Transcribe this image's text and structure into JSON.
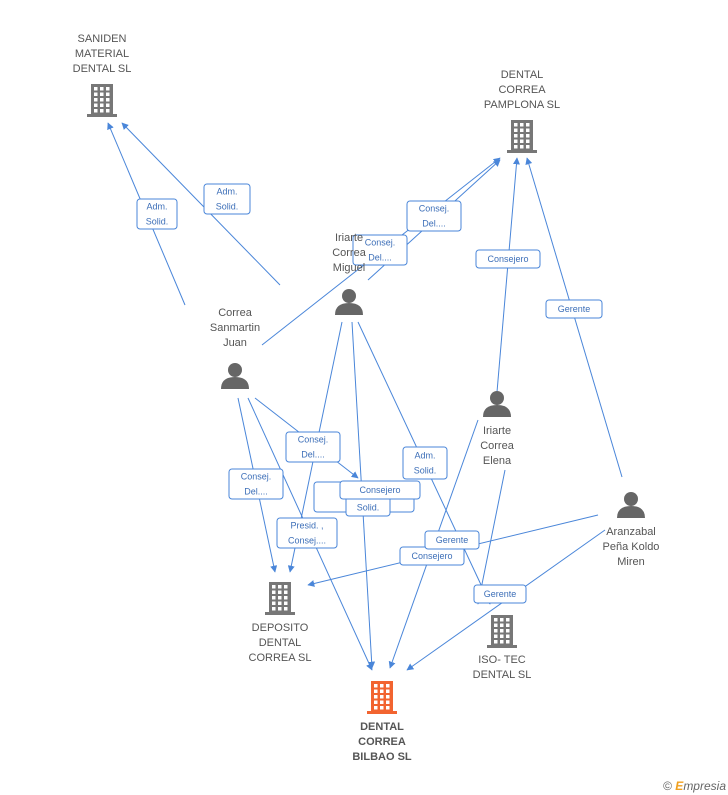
{
  "colors": {
    "edge": "#4a86d9",
    "company": "#777777",
    "main_company": "#f26430",
    "person": "#666666"
  },
  "nodes": [
    {
      "id": "saniden",
      "kind": "company",
      "lines": [
        "SANIDEN",
        "MATERIAL",
        "DENTAL SL"
      ]
    },
    {
      "id": "pamplona",
      "kind": "company",
      "lines": [
        "DENTAL",
        "CORREA",
        "PAMPLONA SL"
      ]
    },
    {
      "id": "iriarte_miguel",
      "kind": "person",
      "lines": [
        "Iriarte",
        "Correa",
        "Miguel"
      ]
    },
    {
      "id": "correa_juan",
      "kind": "person",
      "lines": [
        "Correa",
        "Sanmartin",
        "Juan"
      ]
    },
    {
      "id": "iriarte_elena",
      "kind": "person",
      "lines": [
        "Iriarte",
        "Correa",
        "Elena"
      ]
    },
    {
      "id": "aranzabal",
      "kind": "person",
      "lines": [
        "Aranzabal",
        "Peña Koldo",
        "Miren"
      ]
    },
    {
      "id": "deposito",
      "kind": "company",
      "lines": [
        "DEPOSITO",
        "DENTAL",
        "CORREA SL"
      ]
    },
    {
      "id": "isotec",
      "kind": "company",
      "lines": [
        "ISO- TEC",
        "DENTAL SL"
      ]
    },
    {
      "id": "bilbao",
      "kind": "main_company",
      "lines": [
        "DENTAL",
        "CORREA",
        "BILBAO SL"
      ]
    }
  ],
  "edge_labels": [
    {
      "lines": [
        "Adm.",
        "Solid."
      ]
    },
    {
      "lines": [
        "Adm.",
        "Solid."
      ]
    },
    {
      "lines": [
        "Consej.",
        "Del...."
      ]
    },
    {
      "lines": [
        "Consej.",
        "Del...."
      ]
    },
    {
      "lines": [
        "Consejero"
      ]
    },
    {
      "lines": [
        "Gerente"
      ]
    },
    {
      "lines": [
        "Consej.",
        "Del...."
      ]
    },
    {
      "lines": [
        "Consej.",
        "Del...."
      ]
    },
    {
      "lines": [
        "Adm.",
        "Solid."
      ]
    },
    {
      "lines": [
        "Consejero"
      ]
    },
    {
      "lines": [
        "Consej.",
        "Del...."
      ]
    },
    {
      "lines": [
        "Adm.",
        "Solid."
      ]
    },
    {
      "lines": [
        "Presid. ,",
        "Consej...."
      ]
    },
    {
      "lines": [
        "Gerente"
      ]
    },
    {
      "lines": [
        "Consejero"
      ]
    },
    {
      "lines": [
        "Gerente"
      ]
    }
  ],
  "footer": {
    "copyright": "©",
    "brand_first": "E",
    "brand_rest": "mpresia"
  }
}
